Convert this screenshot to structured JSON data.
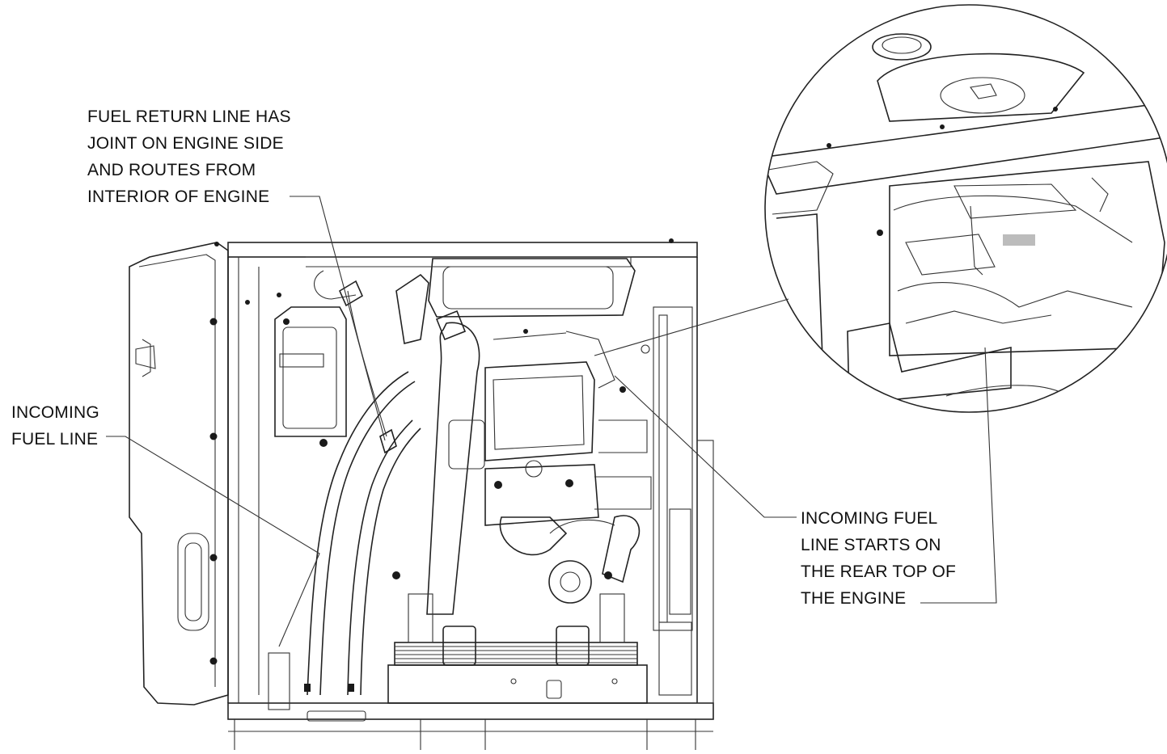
{
  "callouts": {
    "fuel_return": {
      "lines": [
        "FUEL RETURN LINE HAS",
        "JOINT ON ENGINE SIDE",
        "AND ROUTES FROM",
        "INTERIOR OF ENGINE"
      ]
    },
    "incoming_fuel": {
      "lines": [
        "INCOMING",
        "FUEL LINE"
      ]
    },
    "rear_top": {
      "lines": [
        "INCOMING FUEL",
        "LINE STARTS ON",
        "THE REAR TOP OF",
        "THE ENGINE"
      ]
    }
  },
  "colors": {
    "line": "#222222",
    "background": "#ffffff",
    "shade": "#bcbcbc"
  }
}
